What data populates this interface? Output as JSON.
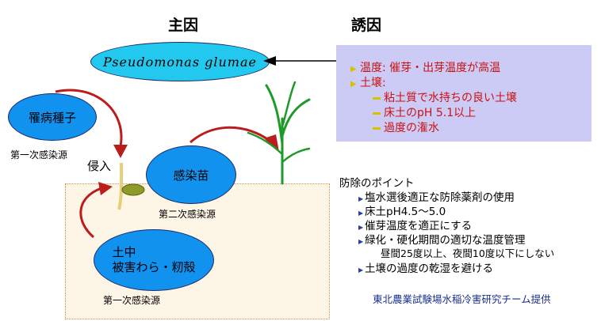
{
  "headings": {
    "main_cause": "主因",
    "predisposing": "誘因"
  },
  "pathogen": "Pseudomonas glumae",
  "predisposing_factors": {
    "temp": "温度: 催芽・出芽温度が高温",
    "soil": "土壌:",
    "soil_items": [
      "粘土質で水持ちの良い土壌",
      "床土のpH 5.1以上",
      "過度の潅水"
    ]
  },
  "nodes": {
    "infected_seed": "罹病種子",
    "infected_seed_source": "第一次感染源",
    "invasion": "侵入",
    "infected_seedling": "感染苗",
    "infected_seedling_source": "第二次感染源",
    "soil_line1": "土中",
    "soil_line2": "被害わら・籾殻",
    "soil_source": "第一次感染源"
  },
  "control": {
    "title": "防除のポイント",
    "items": [
      "塩水選後適正な防除薬剤の使用",
      "床土pH4.5～5.0",
      "催芽温度を適正にする",
      "緑化・硬化期間の適切な温度管理"
    ],
    "subnote": "昼間25度以上、夜間10度以下にしない",
    "last_item": "土壌の過度の乾湿を避ける"
  },
  "credit": "東北農業試験場水稲冷害研究チーム提供",
  "colors": {
    "node_fill": "#1192ee",
    "pathogen_fill": "#23c8ee",
    "arrow": "#bb1c1c",
    "factor_box": "#cbcbf5",
    "factor_text": "#cc1111",
    "plant": "#1f9a2a"
  }
}
